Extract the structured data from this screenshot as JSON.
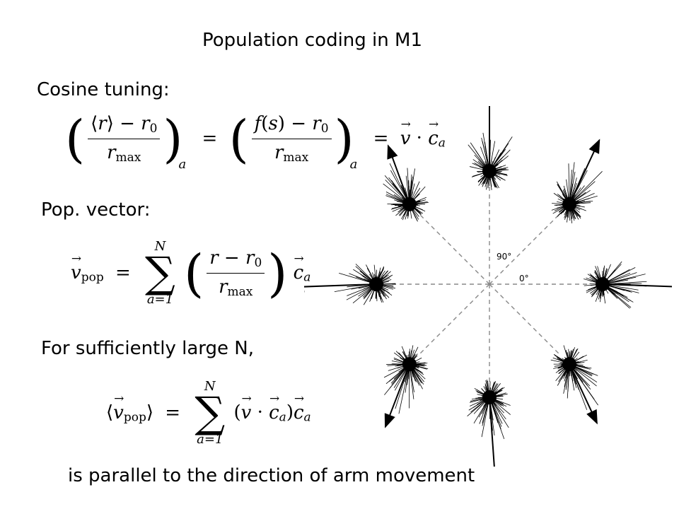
{
  "title": "Population coding in M1",
  "headings": {
    "cosine": "Cosine tuning:",
    "popvec": "Pop. vector:",
    "large_n": "For sufficiently large N,",
    "parallel": "is parallel to the direction of arm movement"
  },
  "diagram_labels": {
    "deg90": "90°",
    "deg0": "0°"
  },
  "cosine_eq": {
    "r": "r",
    "r0": "r",
    "zero": "0",
    "rmax": "r",
    "max": "max",
    "a": "a",
    "f": "f",
    "s": "s",
    "v": "v",
    "c": "c"
  },
  "pop_eq": {
    "N": "N",
    "a1": "a=1",
    "pop": "pop"
  }
}
